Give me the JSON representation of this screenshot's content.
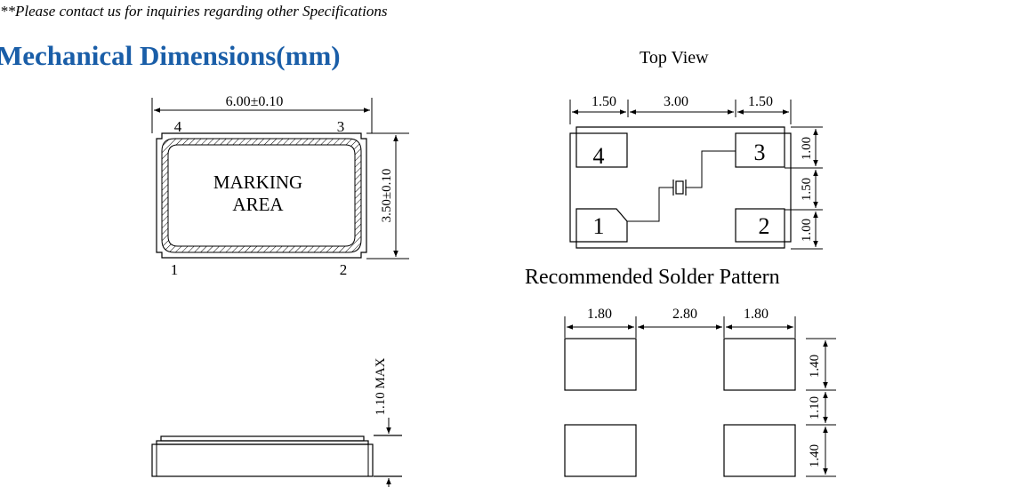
{
  "note": "**Please contact us for inquiries regarding other Specifications",
  "heading": "Mechanical Dimensions(mm)",
  "top_view_title": "Top View",
  "solder_title": "Recommended Solder Pattern",
  "outline": {
    "width_dim": "6.00±0.10",
    "height_dim": "3.50±0.10",
    "marking_line1": "MARKING",
    "marking_line2": "AREA",
    "pin_labels": [
      "4",
      "3",
      "1",
      "2"
    ]
  },
  "side_view": {
    "height_dim": "1.10 MAX"
  },
  "top_view": {
    "top_dims": [
      "1.50",
      "3.00",
      "1.50"
    ],
    "right_dims": [
      "1.00",
      "1.50",
      "1.00"
    ],
    "pad_labels": [
      "4",
      "3",
      "1",
      "2"
    ]
  },
  "solder_pattern": {
    "top_dims": [
      "1.80",
      "2.80",
      "1.80"
    ],
    "right_dims": [
      "1.40",
      "1.10",
      "1.40"
    ]
  },
  "colors": {
    "heading": "#1a5ea8",
    "line": "#000000"
  }
}
